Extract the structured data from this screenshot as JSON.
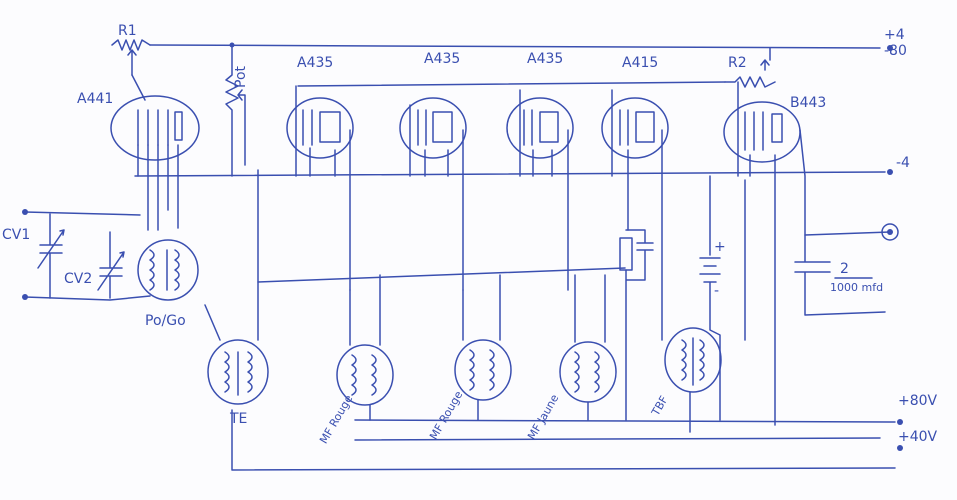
{
  "tubes": {
    "v1": "A441",
    "v2": "A435",
    "v3": "A435",
    "v4": "A435",
    "v5": "A415",
    "v6": "B443"
  },
  "resistors": {
    "r1": "R1",
    "r2": "R2",
    "pot": "Pot"
  },
  "capacitors": {
    "cv1": "CV1",
    "cv2": "CV2",
    "c_out": "2",
    "c_out_unit": "1000 mfd"
  },
  "transformers": {
    "po_go": "Po/Go",
    "te": "TE",
    "mf1": "MF Rouge",
    "mf2": "MF Rouge",
    "mf3": "MF Jaune",
    "tbf": "TBF"
  },
  "rails": {
    "plus4": "+4",
    "minus80": "-80",
    "minus4": "-4",
    "plus80v": "+80V",
    "plus40v": "+40V"
  },
  "battery": {
    "plus": "+",
    "minus": "-"
  },
  "colors": {
    "ink": "#3a4fb0",
    "paper": "#fcfcfe"
  }
}
